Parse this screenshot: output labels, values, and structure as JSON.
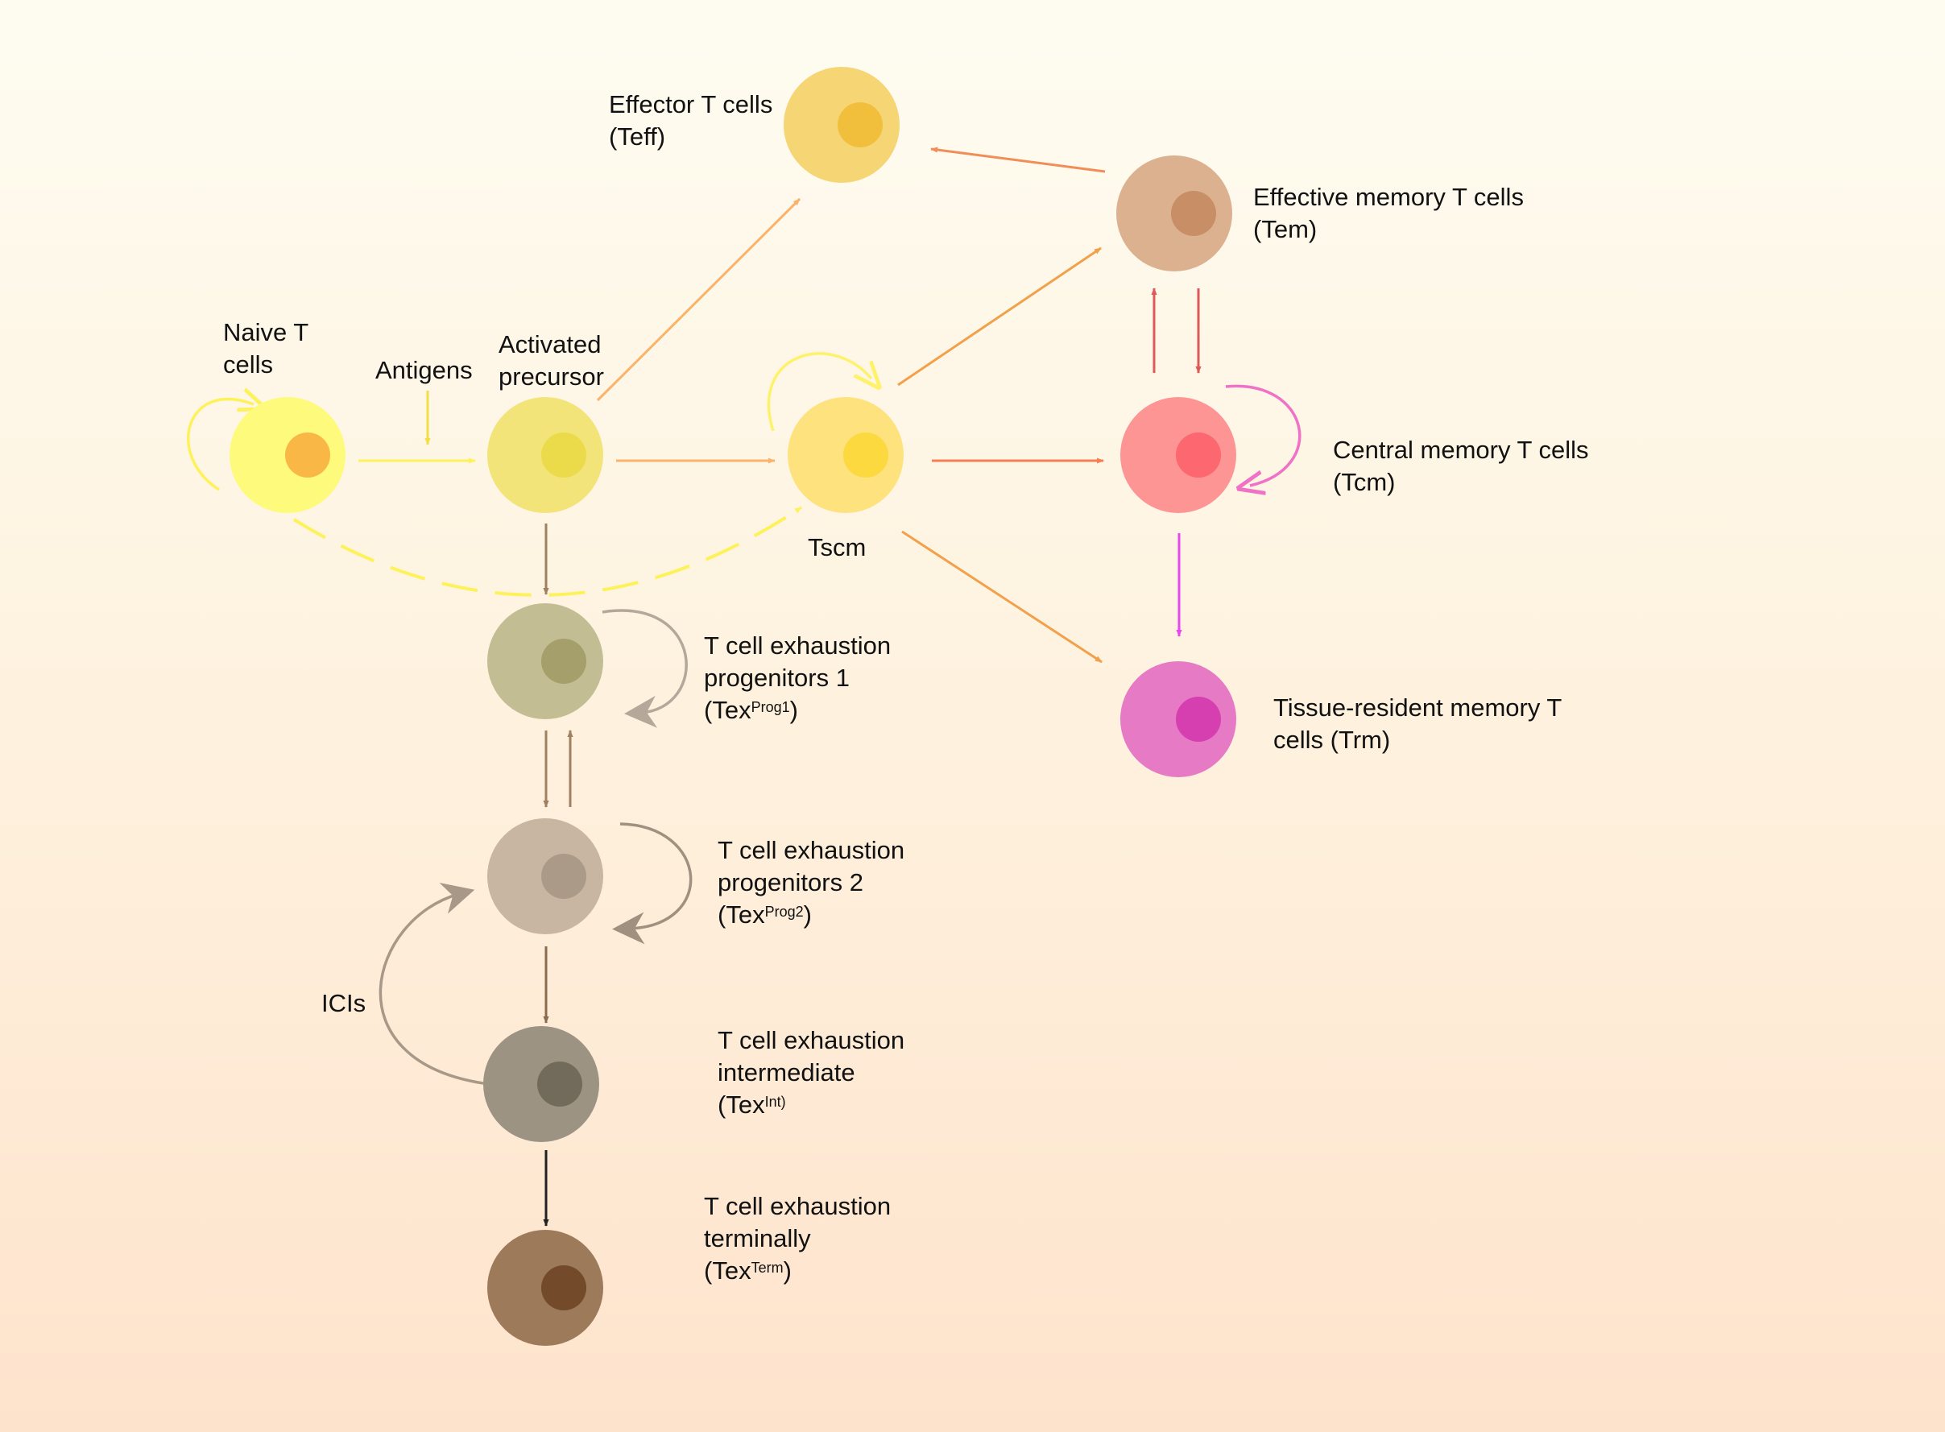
{
  "labels": {
    "naive": [
      "Naive T",
      "cells"
    ],
    "antigens": "Antigens",
    "activated": [
      "Activated",
      "precursor"
    ],
    "teff": [
      "Effector T cells",
      "(Teff)"
    ],
    "tem": [
      "Effective memory T cells",
      "(Tem)"
    ],
    "tscm": "Tscm",
    "tcm": [
      "Central memory T cells",
      "(Tcm)"
    ],
    "trm": [
      "Tissue-resident memory T",
      "cells (Trm)"
    ],
    "prog1": [
      "T cell exhaustion",
      "progenitors 1",
      "(Tex",
      "Prog1",
      ")"
    ],
    "prog2": [
      "T cell exhaustion",
      "progenitors 2",
      "(Tex",
      "Prog2",
      ")"
    ],
    "int": [
      "T cell exhaustion",
      "intermediate",
      "(Tex",
      "Int)",
      ""
    ],
    "term": [
      "T cell exhaustion",
      "terminally",
      "(Tex",
      "Term",
      ")"
    ],
    "icis": "ICIs"
  },
  "colors": {
    "naive": [
      "#fefa7c",
      "#f9b746"
    ],
    "activated": [
      "#f3e479",
      "#ebda4a"
    ],
    "tscm": [
      "#fde27d",
      "#fcd93f"
    ],
    "teff": [
      "#f6d574",
      "#f2bf3d"
    ],
    "tem": [
      "#dcb190",
      "#c88e65"
    ],
    "tcm": [
      "#fd9595",
      "#fd6770"
    ],
    "trm": [
      "#e77ac5",
      "#d63fb0"
    ],
    "prog1": [
      "#c3bd94",
      "#a59f6b"
    ],
    "prog2": [
      "#c8b6a3",
      "#ab9a88"
    ],
    "int": [
      "#9d9383",
      "#726b5c"
    ],
    "term": [
      "#9d7a59",
      "#734a2a"
    ]
  }
}
